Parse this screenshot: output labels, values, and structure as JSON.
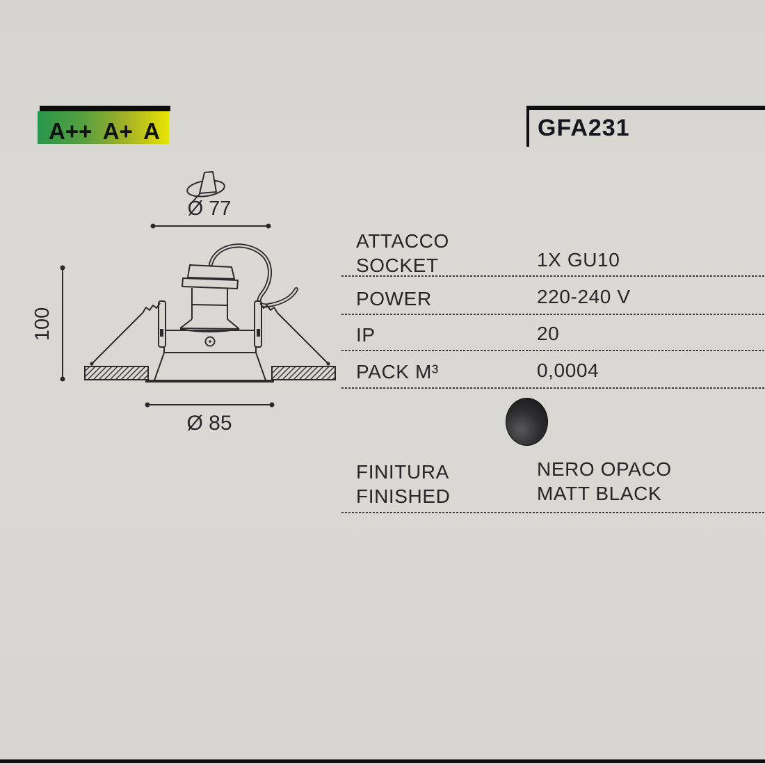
{
  "page": {
    "background": "#d9d7d2"
  },
  "energy_label": {
    "classes": [
      "A++",
      "A+",
      "A"
    ],
    "gradient_from": "#28964a",
    "gradient_to": "#e9e303",
    "bar_color": "#0c0c0c"
  },
  "header": {
    "product_code": "GFA231"
  },
  "drawing": {
    "dim_top": "Ø 77",
    "dim_height": "100",
    "dim_bottom": "Ø 85"
  },
  "specs": {
    "rows": [
      {
        "label_lines": [
          "ATTACCO",
          "SOCKET"
        ],
        "value_lines": [
          "1X GU10"
        ]
      },
      {
        "label_lines": [
          "POWER"
        ],
        "value_lines": [
          "220-240 V"
        ]
      },
      {
        "label_lines": [
          "IP"
        ],
        "value_lines": [
          "20"
        ]
      },
      {
        "label_lines": [
          "PACK M³"
        ],
        "value_lines": [
          "0,0004"
        ]
      },
      {
        "label_lines": [
          "FINITURA",
          "FINISHED"
        ],
        "value_lines": [
          "NERO OPACO",
          "MATT BLACK"
        ],
        "swatch_color": "#1f1f21"
      }
    ]
  }
}
